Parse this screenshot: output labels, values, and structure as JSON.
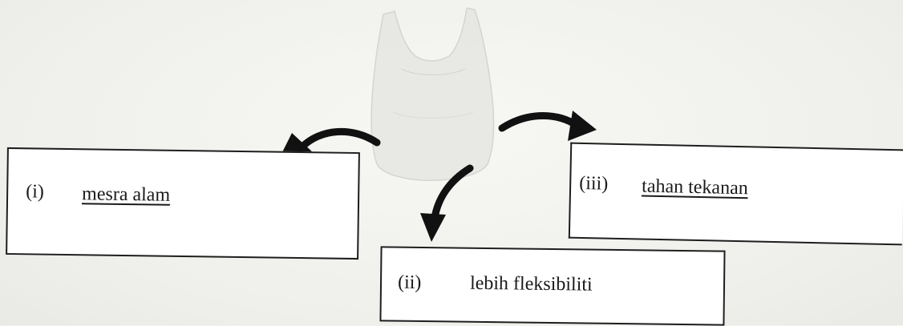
{
  "diagram": {
    "boxes": [
      {
        "label": "(i)",
        "answer": "mesra alam"
      },
      {
        "label": "(ii)",
        "answer": "lebih fleksibiliti"
      },
      {
        "label": "(iii)",
        "answer": "tahan tekanan"
      }
    ]
  },
  "colors": {
    "ink": "#1a1a1a",
    "paper": "#f2f2ef",
    "bag": "#d9d9d6"
  }
}
